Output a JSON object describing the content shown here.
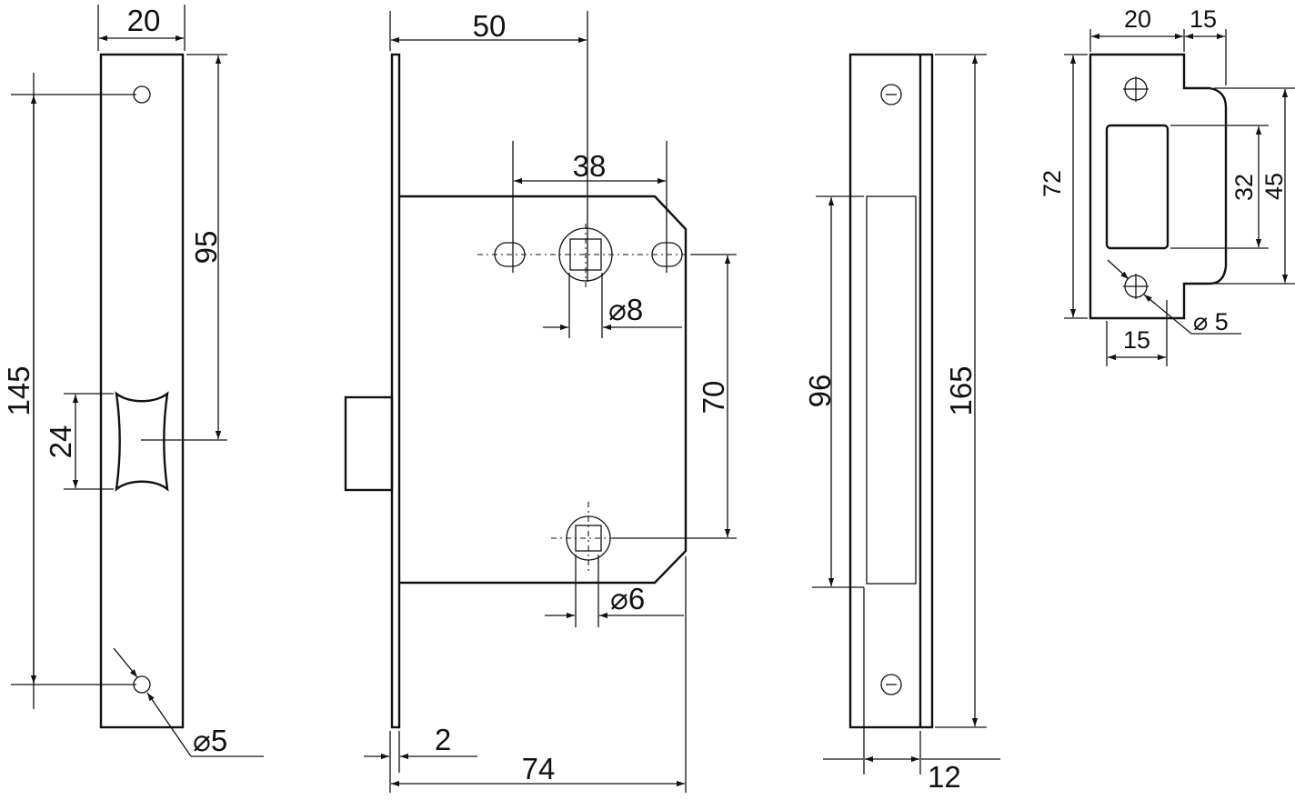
{
  "front_plate": {
    "width": "20",
    "hole_spacing": "145",
    "latch_from_top": "95",
    "latch_height": "24",
    "hole_diameter": "⌀5"
  },
  "lock_body": {
    "backset": "50",
    "slot_spacing": "38",
    "handle_square": "⌀8",
    "centre_distance": "70",
    "key_square": "⌀6",
    "faceplate_thickness": "2",
    "body_width": "74"
  },
  "faceplate_side": {
    "recess_height": "96",
    "total_height": "165",
    "depth": "12"
  },
  "strike_plate": {
    "width": "20",
    "lip": "15",
    "height": "72",
    "opening": "32",
    "lip_height": "45",
    "hole_spacing": "15",
    "hole_diameter": "⌀ 5"
  }
}
